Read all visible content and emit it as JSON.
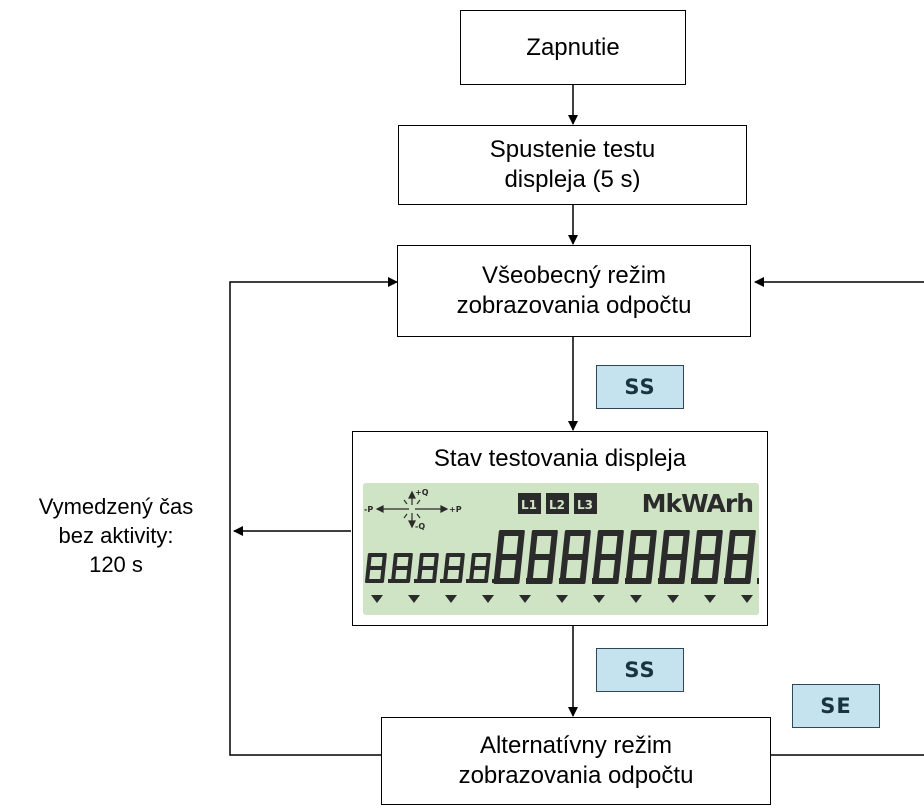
{
  "flow": {
    "power_on": "Zapnutie",
    "display_test_start": [
      "Spustenie testu",
      "displeja (5 s)"
    ],
    "general_mode": [
      "Všeobecný režim",
      "zobrazovania odpočtu"
    ],
    "display_test_state": "Stav testovania displeja",
    "alternative_mode": [
      "Alternatívny režim",
      "zobrazovania odpočtu"
    ]
  },
  "keys": {
    "ss_upper": "SS",
    "ss_lower": "SS",
    "se": "SE"
  },
  "timeout_label": [
    "Vymedzený čas",
    "bez aktivity:",
    "120 s"
  ],
  "lcd": {
    "axis_labels": {
      "neg_p": "-P",
      "pos_p": "+P",
      "pos_q": "+Q",
      "neg_q": "-Q"
    },
    "phases": [
      "L1",
      "L2",
      "L3"
    ],
    "unit": "MkWArh",
    "small_digits": "88888",
    "large_digits": "88888888",
    "triangle_count": 11
  },
  "colors": {
    "key_fill": "#c5e3ef",
    "lcd_background": "#cfe4c4",
    "lcd_segment": "#2b2b2b"
  }
}
